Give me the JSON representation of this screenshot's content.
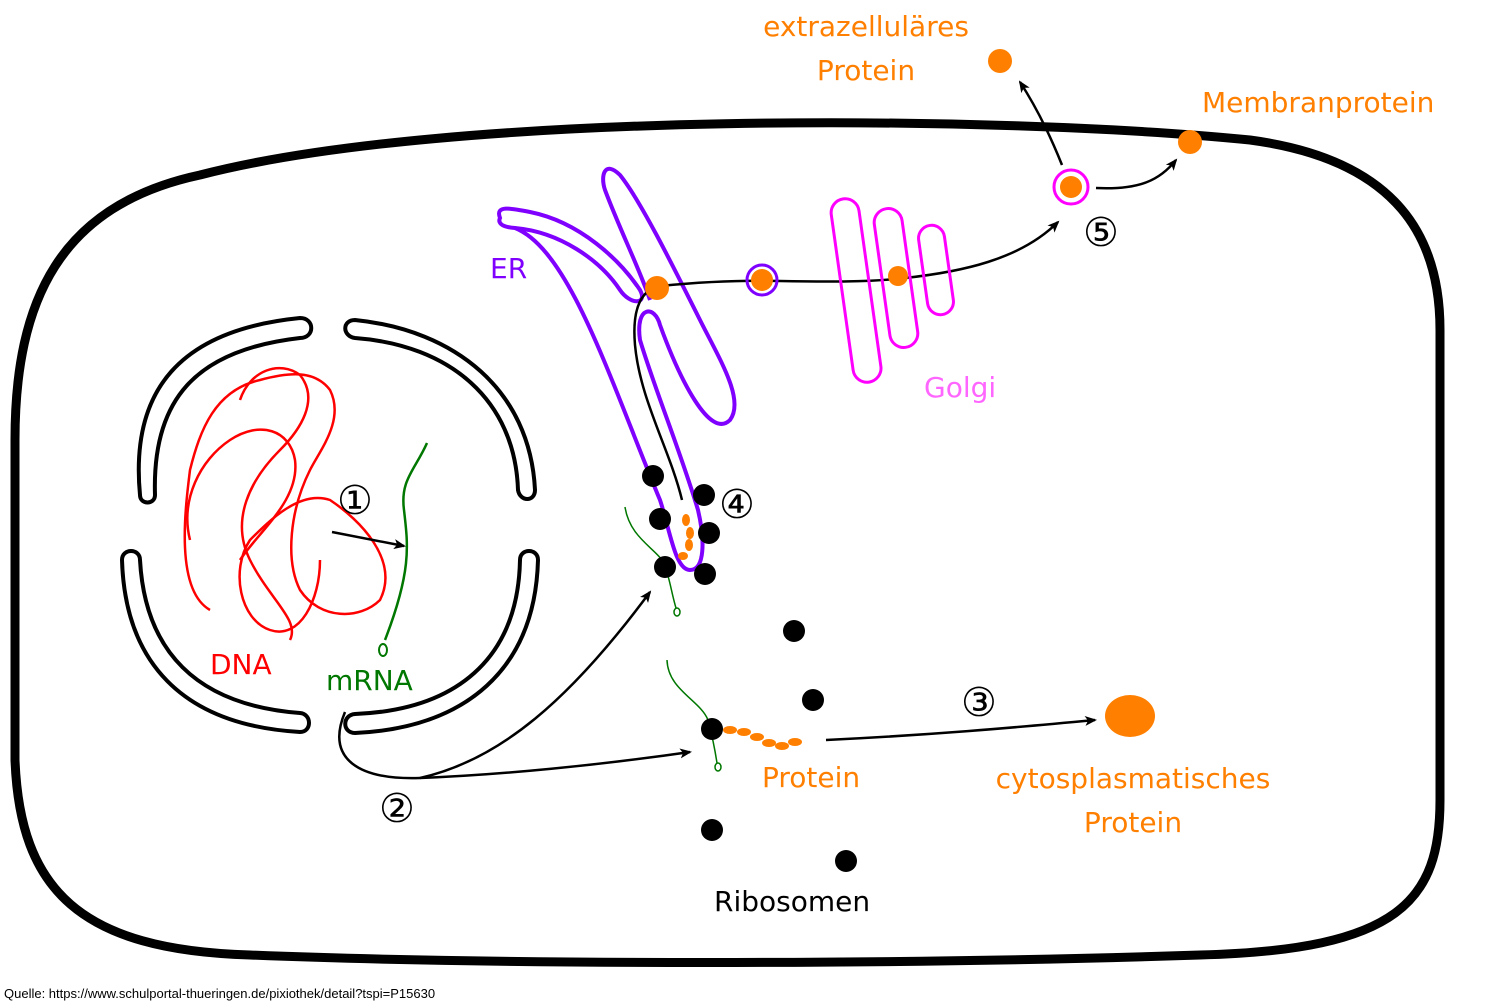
{
  "colors": {
    "protein": "#ff7f00",
    "dna": "#ff0000",
    "mrna": "#007700",
    "er": "#7f00ff",
    "golgi": "#ff00ff",
    "golgi_label": "#ff66ff",
    "membrane": "#000000"
  },
  "labels": {
    "er": "ER",
    "golgi": "Golgi",
    "dna": "DNA",
    "mrna": "mRNA",
    "protein": "Protein",
    "ribosomes": "Ribosomen",
    "extracellular_line1": "extrazelluläres",
    "extracellular_line2": "Protein",
    "membrane_protein": "Membranprotein",
    "cytoplasmic_line1": "cytosplasmatisches",
    "cytoplasmic_line2": "Protein"
  },
  "steps": {
    "s1": "①",
    "s2": "②",
    "s3": "③",
    "s4": "④",
    "s5": "⑤"
  },
  "source": "Quelle: https://www.schulportal-thueringen.de/pixiothek/detail?tspi=P15630"
}
